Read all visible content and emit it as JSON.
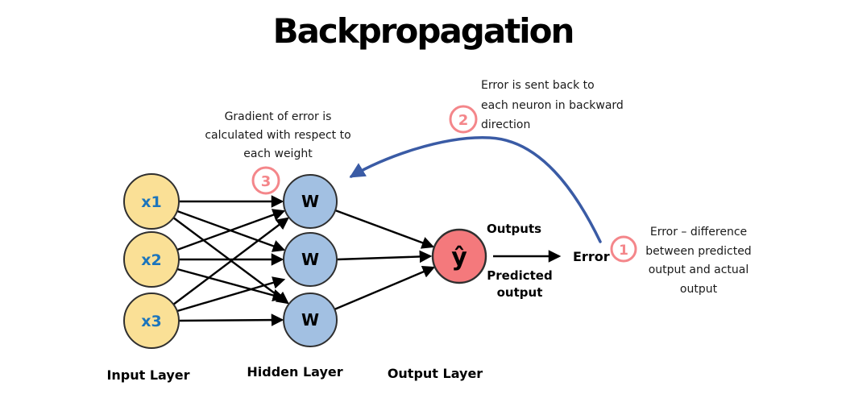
{
  "title": "Backpropagation",
  "network": {
    "input": {
      "label": "Input Layer",
      "nodes": [
        {
          "label": "x1"
        },
        {
          "label": "x2"
        },
        {
          "label": "x3"
        }
      ]
    },
    "hidden": {
      "label": "Hidden Layer",
      "nodes": [
        {
          "label": "W"
        },
        {
          "label": "W"
        },
        {
          "label": "W"
        }
      ]
    },
    "output": {
      "label": "Output Layer",
      "node": {
        "label": "ŷ"
      }
    }
  },
  "output_flow": {
    "outputs_label": "Outputs",
    "predicted_label": "Predicted output",
    "error_label": "Error"
  },
  "annotations": {
    "error_def": {
      "number": "1",
      "lines": [
        "Error – difference",
        "between predicted",
        "output and actual",
        "output"
      ]
    },
    "backward": {
      "number": "2",
      "lines": [
        "Error is sent back to",
        "each neuron in backward",
        "direction"
      ]
    },
    "gradient": {
      "number": "3",
      "lines": [
        "Gradient of error is",
        "calculated with respect to",
        "each weight"
      ]
    }
  },
  "colors": {
    "input_node": "#FAE096",
    "hidden_node": "#A2C0E2",
    "output_node": "#F4797C",
    "node_border": "#2F2F2F",
    "input_label_text": "#1C75BC",
    "annotation_circle": "#F4868A",
    "backward_arrow": "#3A5BA5",
    "forward_arrow": "#000000"
  }
}
